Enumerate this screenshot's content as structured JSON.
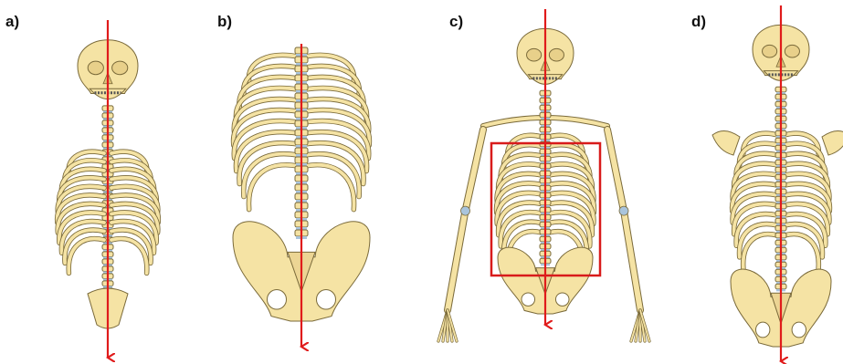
{
  "panels": [
    {
      "label": "a)",
      "content": "skull-spine-ribcage-sacrum"
    },
    {
      "label": "b)",
      "content": "ribcage-spine-pelvis"
    },
    {
      "label": "c)",
      "content": "full-upper-skeleton-with-highlight-box"
    },
    {
      "label": "d)",
      "content": "skull-shoulders-ribcage-pelvis"
    }
  ],
  "colors": {
    "bone_fill": "#f5e3a4",
    "bone_stroke": "#7a6a3a",
    "cartilage": "#a9c4dc",
    "axis_arrow": "#e01b1b",
    "highlight_box": "#d81b1b"
  },
  "icons": {
    "axis": "red-downward-arrow",
    "highlight": "red-rectangle"
  }
}
